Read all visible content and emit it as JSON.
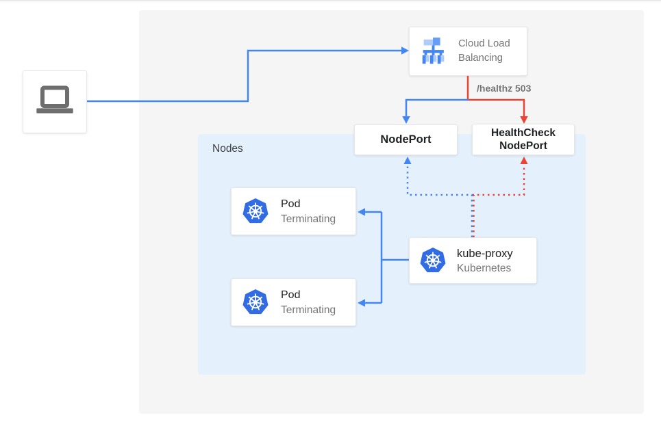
{
  "diagram": {
    "nodes_group": {
      "label": "Nodes"
    },
    "client": {
      "icon": "laptop-icon"
    },
    "clb": {
      "line1": "Cloud Load",
      "line2": "Balancing",
      "icon": "load-balancer-icon"
    },
    "nodeport": {
      "label": "NodePort"
    },
    "healthcheck_nodeport": {
      "line1": "HealthCheck",
      "line2": "NodePort"
    },
    "pods": [
      {
        "title": "Pod",
        "subtitle": "Terminating",
        "icon": "kubernetes-icon"
      },
      {
        "title": "Pod",
        "subtitle": "Terminating",
        "icon": "kubernetes-icon"
      }
    ],
    "kube_proxy": {
      "title": "kube-proxy",
      "subtitle": "Kubernetes",
      "icon": "kubernetes-icon"
    },
    "labels": {
      "healthz": "/healthz 503"
    },
    "colors": {
      "blue": "#4285F4",
      "red": "#EA4335",
      "k8s_blue": "#326CE5",
      "lb_light": "#AECBFA",
      "lb_mid": "#669DF6",
      "gray_text": "#757575",
      "dark_text": "#202124",
      "canvas_bg": "#F5F5F5",
      "nodes_bg": "#E4F0FC",
      "laptop_gray": "#6E6E6E"
    }
  }
}
